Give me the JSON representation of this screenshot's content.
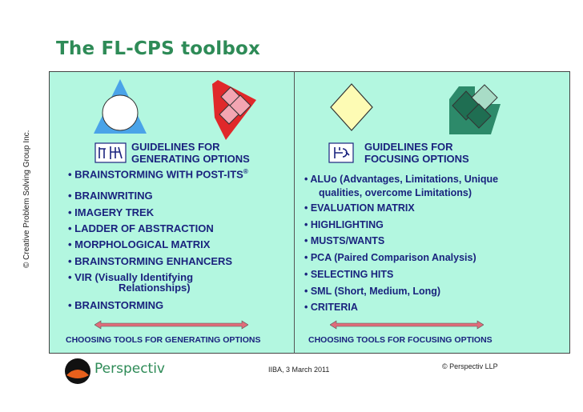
{
  "title": "The FL-CPS toolbox",
  "side_text": "© Creative Problem Solving Group Inc.",
  "left": {
    "heading_line1": "GUIDELINES FOR",
    "heading_line2": "GENERATING OPTIONS",
    "items": [
      "• BRAINSTORMING WITH POST-ITS",
      "• BRAINWRITING",
      "• IMAGERY TREK",
      "• LADDER OF ABSTRACTION",
      "• MORPHOLOGICAL MATRIX",
      "• BRAINSTORMING ENHANCERS",
      "• VIR (Visually Identifying",
      "Relationships)",
      "• BRAINSTORMING"
    ],
    "registered_mark": "®",
    "choosing": "CHOOSING TOOLS FOR GENERATING OPTIONS"
  },
  "right": {
    "heading_line1": "GUIDELINES FOR",
    "heading_line2": "FOCUSING OPTIONS",
    "items": [
      "• ALUo (Advantages, Limitations, Unique",
      "qualities, overcome Limitations)",
      "• EVALUATION MATRIX",
      "• HIGHLIGHTING",
      "• MUSTS/WANTS",
      "• PCA (Paired Comparison Analysis)",
      "• SELECTING HITS",
      "• SML (Short, Medium, Long)",
      "• CRITERIA"
    ],
    "choosing": "CHOOSING TOOLS FOR FOCUSING OPTIONS"
  },
  "footer": {
    "brand": "Perspectiv",
    "date": "IIBA, 3 March 2011",
    "copyright": "© Perspectiv LLP"
  },
  "colors": {
    "panel": "#b3f7e0",
    "title": "#2e8b57",
    "text": "#1a237e",
    "bar": "#e06c7a",
    "triangle": "#4aa3e8",
    "red_shape": "#e0282a",
    "pink_diamond": "#f3a5b2",
    "yellow_diamond": "#fdfbb4",
    "teal_shape": "#2d8a6a",
    "light_teal_diamond": "#a8dcc6"
  }
}
